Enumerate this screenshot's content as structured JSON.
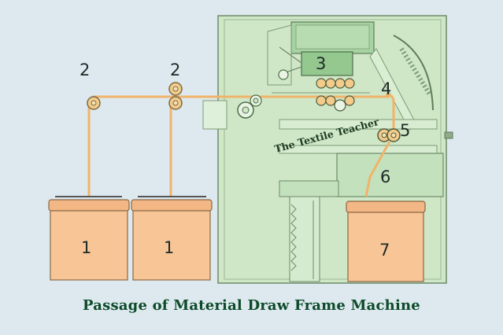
{
  "title": "Passage of Material Draw Frame Machine",
  "watermark": "The Textile Teacher",
  "labels": {
    "can_left": "1",
    "can_middle": "1",
    "guide_left": "2",
    "guide_middle": "2",
    "drafting_zone": "3",
    "delivery_rollers": "4",
    "calender_rollers": "5",
    "coiler_tube": "6",
    "delivery_can": "7"
  },
  "colors": {
    "background": "#dde9ee",
    "machine_body": "#cfe7c6",
    "machine_dark": "#9cc898",
    "can_fill": "#f8c597",
    "can_rim": "#f2b784",
    "sliver": "#f0b36a",
    "caption": "#0d4a2a"
  }
}
